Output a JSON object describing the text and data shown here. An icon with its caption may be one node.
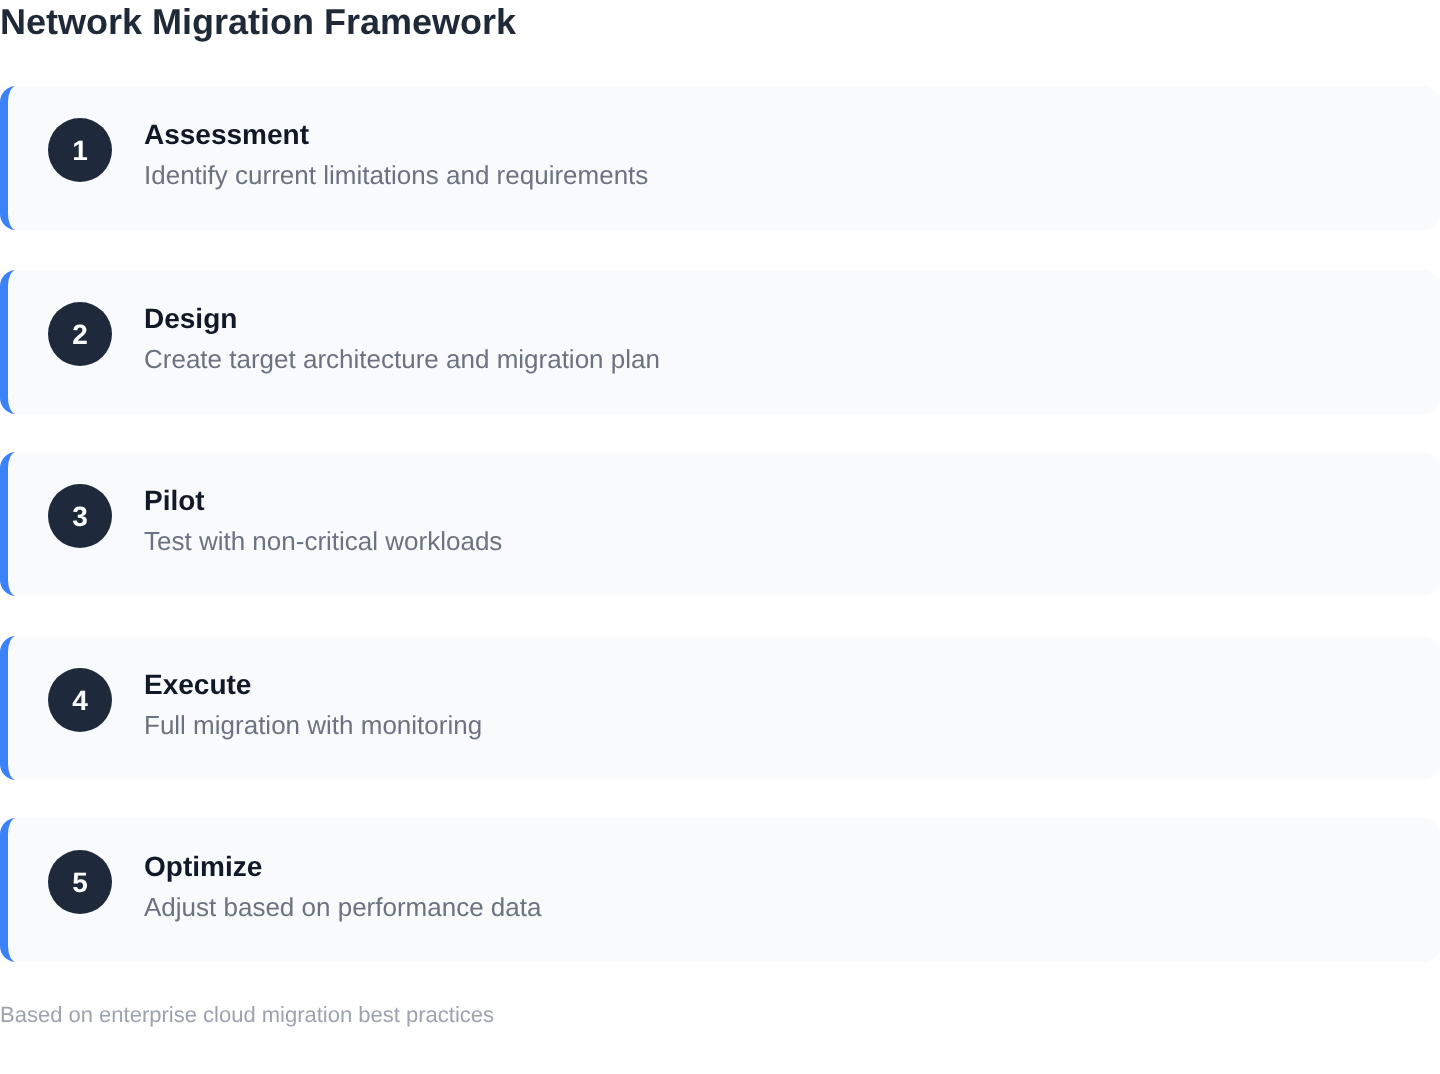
{
  "diagram": {
    "title": "Network Migration Framework",
    "nodes": [
      {
        "text": [
          "Assessment",
          "Identify current limitations and requirements"
        ]
      },
      {
        "text": [
          "1"
        ],
        "in": 0
      },
      {
        "text": [
          "Design",
          "Create target architecture and migration plan"
        ]
      },
      {
        "text": [
          "2"
        ],
        "in": 2
      },
      {
        "text": [
          "Pilot",
          "Test with non-critical workloads"
        ]
      },
      {
        "text": [
          "3"
        ],
        "in": 4
      },
      {
        "text": [
          "Execute",
          "Full migration with monitoring"
        ]
      },
      {
        "text": [
          "4"
        ],
        "in": 6
      },
      {
        "text": [
          "Optimize",
          "Adjust based on performance data"
        ]
      },
      {
        "text": [
          "5"
        ],
        "in": 8
      }
    ],
    "edges": [],
    "caption": "Based on enterprise cloud migration best practices"
  }
}
